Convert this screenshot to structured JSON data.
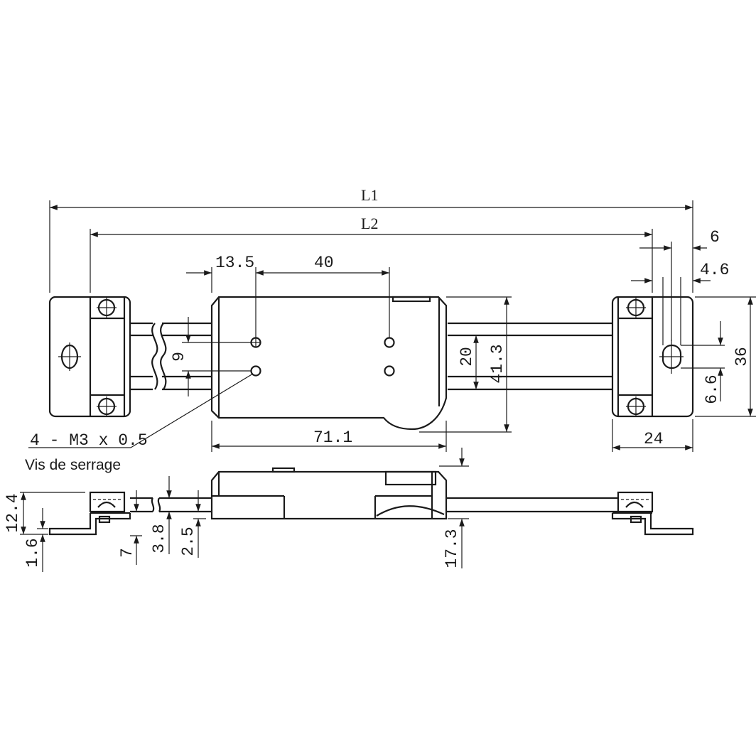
{
  "drawing": {
    "type": "technical-dimension-drawing",
    "subject": "linear scale with reading head and end mounting brackets",
    "units": "mm",
    "line_color": "#1a1a1a",
    "background": "#ffffff"
  },
  "labels": {
    "overall_length": "L1",
    "effective_length": "L2",
    "screw_note": "4 - M3 x 0.5",
    "screw_note_caption": "Vis de serrage"
  },
  "dimensions": {
    "top_view": {
      "head_offset": "13.5",
      "hole_spacing": "40",
      "hole_vertical_spacing": "9",
      "rail_width": "20",
      "head_height": "41.3",
      "head_length": "71.1",
      "bracket_hole_offset": "6",
      "bracket_slot_width": "4.6",
      "bracket_height": "36",
      "bracket_slot_height": "6.6",
      "bracket_width": "24"
    },
    "side_view": {
      "bracket_height": "12.4",
      "plate_thickness": "1.6",
      "bracket_step": "7",
      "rail_thickness": "3.8",
      "rail_gap": "2.5",
      "head_thickness": "17.3"
    }
  }
}
